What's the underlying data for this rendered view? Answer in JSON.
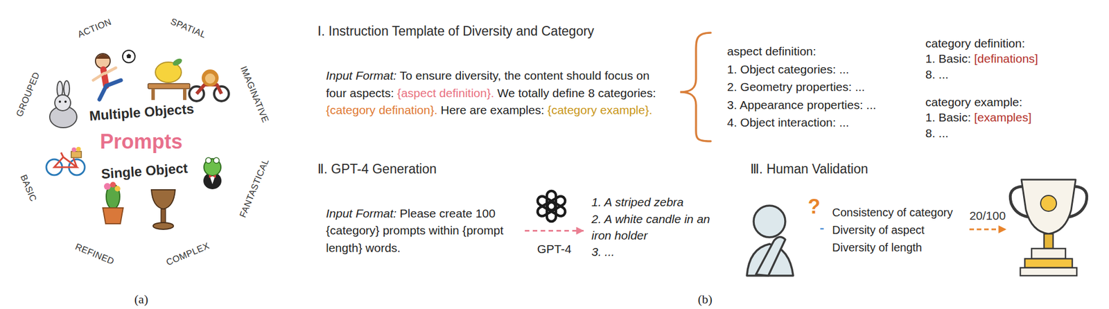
{
  "diagram": {
    "nodes": [
      {
        "text": [
          "GROUPED"
        ]
      },
      {
        "text": [
          "ACTION"
        ]
      },
      {
        "text": [
          "SPATIAL"
        ]
      },
      {
        "text": [
          "IMAGINATIVE"
        ]
      },
      {
        "text": [
          "Multiple Objects"
        ]
      },
      {
        "text": [
          "Prompts"
        ]
      },
      {
        "text": [
          "Single Object"
        ]
      },
      {
        "text": [
          "BASIC"
        ]
      },
      {
        "text": [
          "REFINED"
        ]
      },
      {
        "text": [
          "COMPLEX"
        ]
      },
      {
        "text": [
          "FANTASTICAL"
        ]
      },
      {
        "text": [
          "Ⅰ. Instruction Template of Diversity and Category"
        ]
      },
      {
        "text": [
          "Input Format:",
          "To ensure diversity, the content should focus on four aspects:",
          "{aspect definition}.",
          "We totally define 8 categories:",
          "{category defination}.",
          "Here are examples:",
          "{category example}."
        ],
        "in": 11
      },
      {
        "text": [
          "aspect definition:",
          "1. Object categories: ...",
          "2. Geometry properties: ...",
          "3. Appearance properties: ...",
          "4. Object interaction: ..."
        ],
        "in": 11
      },
      {
        "text": [
          "category definition:",
          "1. Basic:",
          "[definations]",
          "8. ..."
        ],
        "in": 11
      },
      {
        "text": [
          "category example:",
          "1. Basic:",
          "[examples]",
          "8. ..."
        ],
        "in": 11
      },
      {
        "text": [
          "Ⅱ. GPT-4 Generation"
        ]
      },
      {
        "text": [
          "Input Format:",
          "Please create 100 {category} prompts within {prompt length} words."
        ],
        "in": 16
      },
      {
        "text": [
          "1. A striped zebra",
          "2. A white candle in an iron holder",
          "3. ..."
        ],
        "in": 16
      },
      {
        "text": [
          "Ⅲ. Human Validation"
        ]
      },
      {
        "text": [
          "Consistency of category",
          "Diversity of aspect",
          "Diversity of length"
        ],
        "in": 19
      }
    ],
    "edges": [
      {
        "from": 17,
        "to": 18,
        "arrow": "to",
        "label": "GPT-4"
      }
    ],
    "labels": [
      "(a)",
      "(b)",
      "?",
      "20/100"
    ]
  }
}
